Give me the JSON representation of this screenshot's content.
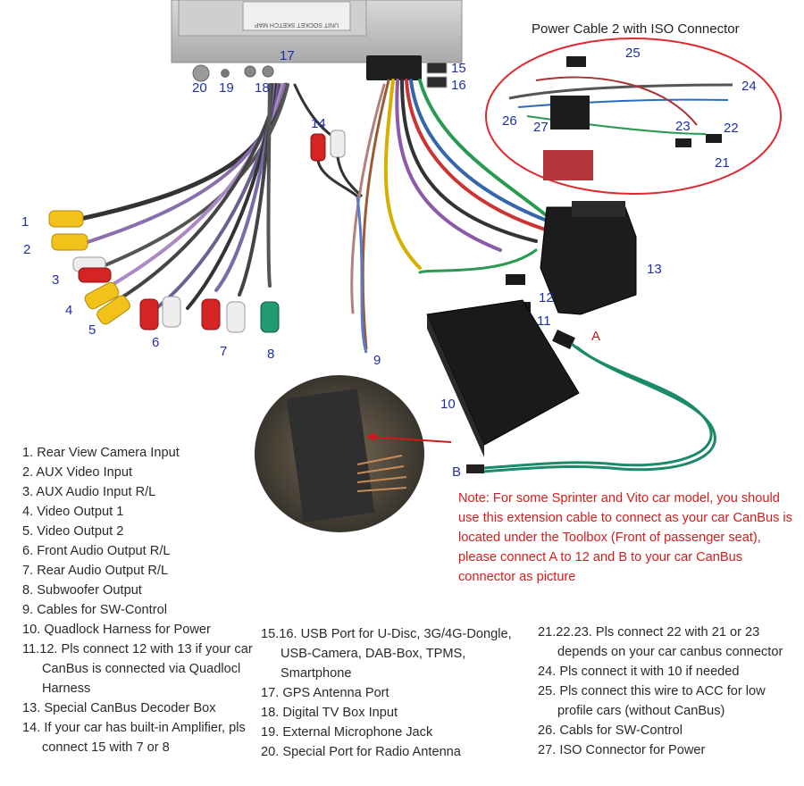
{
  "inset": {
    "title": "Power Cable 2 with ISO Connector",
    "callouts": [
      "25",
      "24",
      "26",
      "27",
      "23",
      "22",
      "21"
    ]
  },
  "head_unit": {
    "sticker_text": "UNIT SOCKET SKETCH MAP",
    "callouts": [
      "17",
      "15",
      "16",
      "20",
      "19",
      "18"
    ]
  },
  "callouts": [
    "14",
    "1",
    "2",
    "3",
    "4",
    "5",
    "6",
    "7",
    "8",
    "9",
    "10",
    "11",
    "12",
    "13"
  ],
  "connector_letters": [
    "A",
    "B"
  ],
  "note": "Note: For some Sprinter and Vito car model, you should use this extension cable to connect as your car CanBus is located under the Toolbox (Front of passenger seat), please connect A to 12 and B to your car CanBus connector as picture",
  "legend_col1": [
    "1. Rear View Camera Input",
    "2. AUX Video Input",
    "3. AUX Audio Input R/L",
    "4. Video Output 1",
    "5. Video Output 2",
    "6. Front Audio Output R/L",
    "7. Rear Audio Output R/L",
    "8. Subwoofer Output",
    "9. Cables for SW-Control",
    "10. Quadlock Harness for Power",
    "11.12. Pls connect 12 with 13 if your car CanBus is connected via Quadlocl Harness",
    "13. Special CanBus Decoder Box",
    "14. If your car has built-in Amplifier, pls connect 15 with 7 or 8"
  ],
  "legend_col2": [
    "15.16. USB Port for U-Disc, 3G/4G-Dongle, USB-Camera, DAB-Box, TPMS, Smartphone",
    "17. GPS Antenna Port",
    "18. Digital TV Box Input",
    "19. External Microphone Jack",
    "20. Special Port for Radio Antenna"
  ],
  "legend_col3": [
    "21.22.23. Pls connect 22 with 21 or 23 depends on your car canbus connector",
    "24. Pls connect it with 10 if needed",
    "25. Pls connect this wire to ACC for low profile cars (without CanBus)",
    "26. Cabls for SW-Control",
    "27. ISO Connector for Power"
  ],
  "colors": {
    "callout_blue": "#1c2fa8",
    "note_red": "#d61c1c",
    "inset_ellipse": "#e0282f",
    "rca_yellow": "#f2c21a",
    "rca_red": "#d42424",
    "rca_white": "#eeeeee",
    "rca_green": "#1f9a72",
    "canbus_wire_green": "#1b8a6b"
  }
}
